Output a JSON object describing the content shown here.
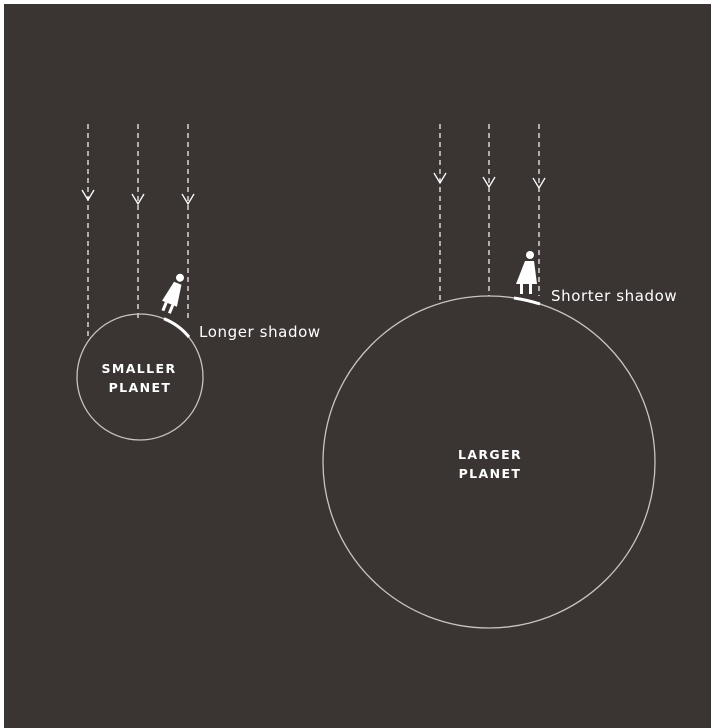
{
  "colors": {
    "background": "#3a3533",
    "frame": "#ffffff",
    "planet_outline": "#c9c4c1",
    "rays": "#ffffff",
    "figure": "#ffffff",
    "text": "#ffffff"
  },
  "small_planet": {
    "label_line1": "SMALLER",
    "label_line2": "PLANET",
    "shadow_label": "Longer shadow"
  },
  "large_planet": {
    "label_line1": "LARGER",
    "label_line2": "PLANET",
    "shadow_label": "Shorter shadow"
  }
}
